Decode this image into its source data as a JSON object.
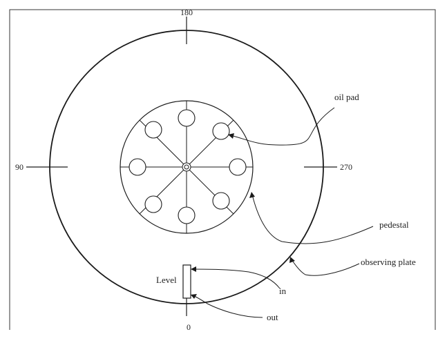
{
  "diagram": {
    "angles": {
      "top": "180",
      "left": "90",
      "right": "270",
      "bottom": "0"
    },
    "labels": {
      "oil_pad": "oil pad",
      "pedestal": "pedestal",
      "observing_plate": "observing plate",
      "level": "Level",
      "in": "in",
      "out": "out"
    },
    "oil_pad_count": 8,
    "colors": {
      "stroke": "#1a1a1a",
      "text": "#222222",
      "background": "#ffffff"
    }
  }
}
